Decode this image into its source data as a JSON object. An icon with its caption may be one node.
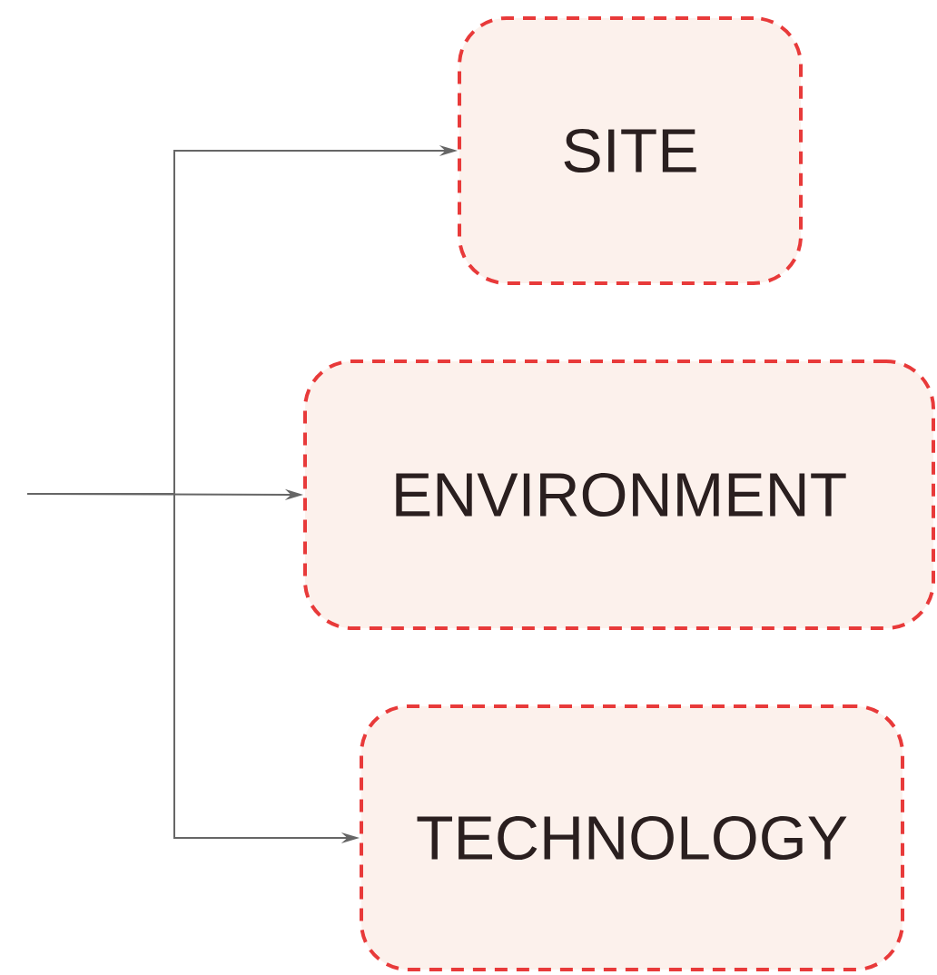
{
  "diagram": {
    "nodes": [
      {
        "text": [
          "SITE"
        ]
      },
      {
        "text": [
          "ENVIRONMENT"
        ]
      },
      {
        "text": [
          "TECHNOLOGY"
        ]
      }
    ],
    "edges": [
      {
        "from": null,
        "to": 0,
        "arrow": "to"
      },
      {
        "from": null,
        "to": 1,
        "arrow": "to"
      },
      {
        "from": null,
        "to": 2,
        "arrow": "to"
      }
    ]
  }
}
